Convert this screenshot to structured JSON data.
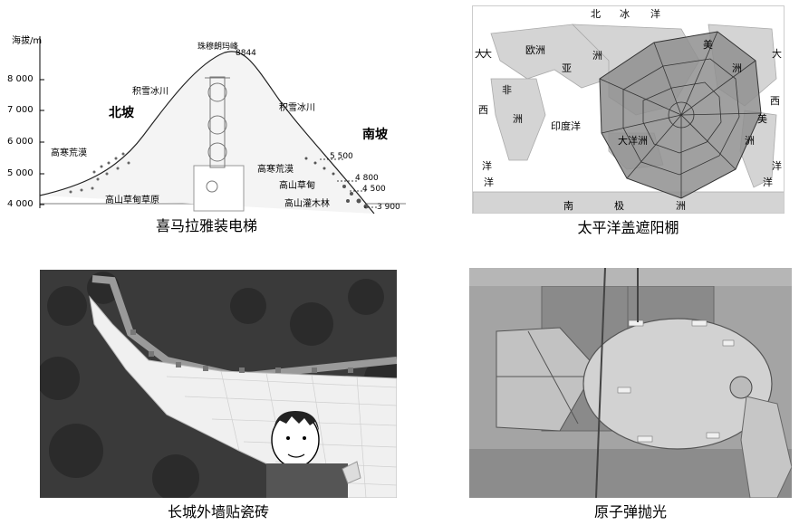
{
  "panels": {
    "everest": {
      "caption": "喜马拉雅装电梯",
      "y_axis_title": "海拔/m",
      "y_ticks": [
        "8 000",
        "7 000",
        "6 000",
        "5 000",
        "4 000"
      ],
      "peak_name": "珠穆朗玛峰",
      "peak_height": "8844",
      "north_slope": "北坡",
      "south_slope": "南坡",
      "north_labels": {
        "glacier": "积雪冰川",
        "desert": "高寒荒漠",
        "meadow": "高山草甸草原"
      },
      "south_labels": {
        "glacier": "积雪冰川",
        "desert": "高寒荒漠",
        "meadow": "高山草甸",
        "shrub": "高山灌木林"
      },
      "south_heights": [
        "5 500",
        "4 800",
        "4 500",
        "3 900"
      ]
    },
    "pacific": {
      "caption": "太平洋盖遮阳棚",
      "map_labels": [
        "北",
        "冰",
        "洋",
        "欧洲",
        "亚",
        "洲",
        "非",
        "洲",
        "印度洋",
        "大洋洲",
        "美",
        "洲",
        "美",
        "洲",
        "大",
        "西",
        "洋",
        "西",
        "洋",
        "南",
        "极",
        "洲",
        "大",
        "大",
        "洋",
        "洋"
      ]
    },
    "greatwall": {
      "caption": "长城外墙贴瓷砖"
    },
    "bomb": {
      "caption": "原子弹抛光"
    }
  },
  "colors": {
    "map_water": "#ffffff",
    "map_land": "#d4d4d4",
    "umbrella": "#8f8f8f"
  }
}
